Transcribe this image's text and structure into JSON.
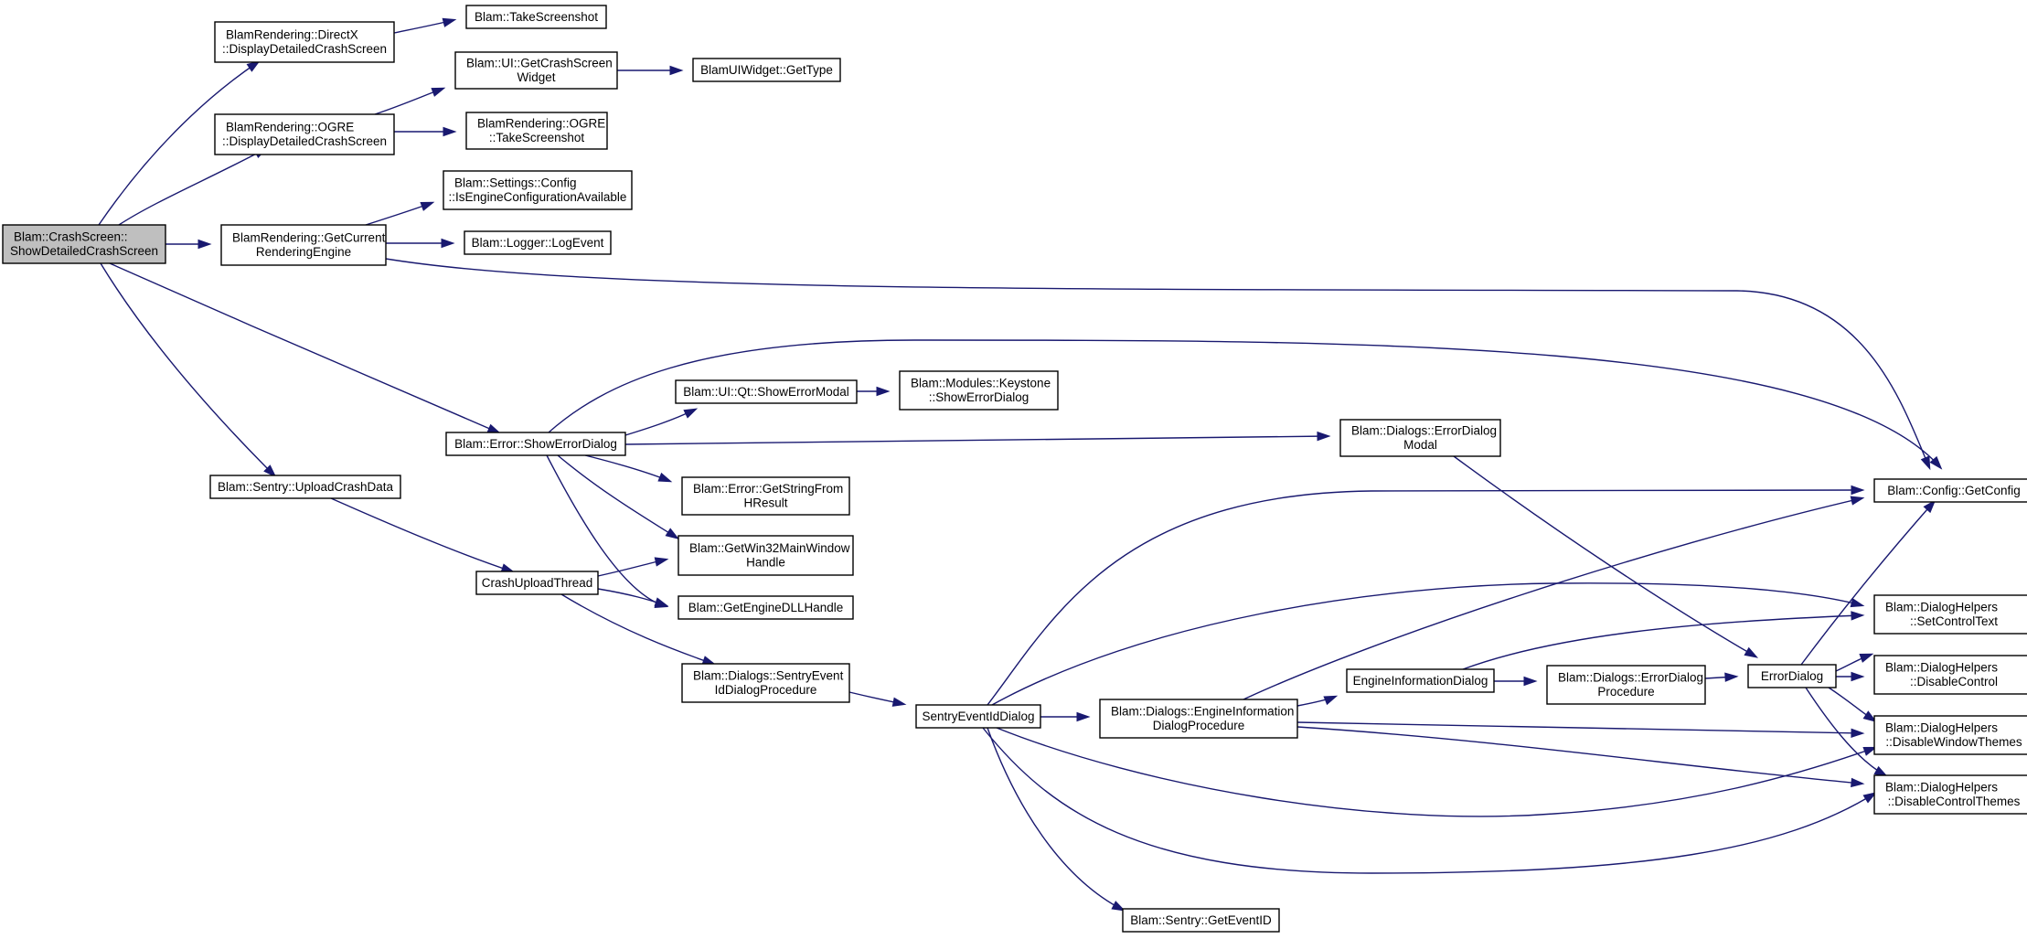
{
  "diagram": {
    "type": "call-graph",
    "edge_color": "#191970",
    "root_fill": "#bfbfbf",
    "nodes": [
      {
        "id": "n0",
        "lines": [
          "Blam::CrashScreen::",
          "ShowDetailedCrashScreen"
        ],
        "root": true
      },
      {
        "id": "n1",
        "lines": [
          "BlamRendering::DirectX",
          "::DisplayDetailedCrashScreen"
        ]
      },
      {
        "id": "n2",
        "lines": [
          "BlamRendering::OGRE",
          "::DisplayDetailedCrashScreen"
        ]
      },
      {
        "id": "n3",
        "lines": [
          "BlamRendering::GetCurrent",
          "RenderingEngine"
        ]
      },
      {
        "id": "n4",
        "lines": [
          "Blam::Error::ShowErrorDialog"
        ]
      },
      {
        "id": "n5",
        "lines": [
          "Blam::Sentry::UploadCrashData"
        ]
      },
      {
        "id": "n6",
        "lines": [
          "Blam::TakeScreenshot"
        ]
      },
      {
        "id": "n7",
        "lines": [
          "Blam::UI::GetCrashScreen",
          "Widget"
        ]
      },
      {
        "id": "n8",
        "lines": [
          "BlamUIWidget::GetType"
        ]
      },
      {
        "id": "n9",
        "lines": [
          "BlamRendering::OGRE",
          "::TakeScreenshot"
        ]
      },
      {
        "id": "n10",
        "lines": [
          "Blam::Settings::Config",
          "::IsEngineConfigurationAvailable"
        ]
      },
      {
        "id": "n11",
        "lines": [
          "Blam::Logger::LogEvent"
        ]
      },
      {
        "id": "n12",
        "lines": [
          "Blam::Config::GetConfig"
        ]
      },
      {
        "id": "n13",
        "lines": [
          "Blam::UI::Qt::ShowErrorModal"
        ]
      },
      {
        "id": "n14",
        "lines": [
          "Blam::Modules::Keystone",
          "::ShowErrorDialog"
        ]
      },
      {
        "id": "n15",
        "lines": [
          "Blam::Dialogs::ErrorDialog",
          "Modal"
        ]
      },
      {
        "id": "n16",
        "lines": [
          "Blam::Error::GetStringFrom",
          "HResult"
        ]
      },
      {
        "id": "n17",
        "lines": [
          "Blam::GetWin32MainWindow",
          "Handle"
        ]
      },
      {
        "id": "n18",
        "lines": [
          "Blam::GetEngineDLLHandle"
        ]
      },
      {
        "id": "n19",
        "lines": [
          "CrashUploadThread"
        ]
      },
      {
        "id": "n20",
        "lines": [
          "Blam::Dialogs::SentryEvent",
          "IdDialogProcedure"
        ]
      },
      {
        "id": "n21",
        "lines": [
          "SentryEventIdDialog"
        ]
      },
      {
        "id": "n22",
        "lines": [
          "Blam::Sentry::GetEventID"
        ]
      },
      {
        "id": "n23",
        "lines": [
          "Blam::Dialogs::EngineInformation",
          "DialogProcedure"
        ]
      },
      {
        "id": "n24",
        "lines": [
          "EngineInformationDialog"
        ]
      },
      {
        "id": "n25",
        "lines": [
          "Blam::Dialogs::ErrorDialog",
          "Procedure"
        ]
      },
      {
        "id": "n26",
        "lines": [
          "ErrorDialog"
        ]
      },
      {
        "id": "n27",
        "lines": [
          "Blam::DialogHelpers",
          "::SetControlText"
        ]
      },
      {
        "id": "n28",
        "lines": [
          "Blam::DialogHelpers",
          "::DisableControl"
        ]
      },
      {
        "id": "n29",
        "lines": [
          "Blam::DialogHelpers",
          "::DisableWindowThemes"
        ]
      },
      {
        "id": "n30",
        "lines": [
          "Blam::DialogHelpers",
          "::DisableControlThemes"
        ]
      }
    ],
    "edges": [
      [
        "n0",
        "n1"
      ],
      [
        "n0",
        "n2"
      ],
      [
        "n0",
        "n3"
      ],
      [
        "n0",
        "n4"
      ],
      [
        "n0",
        "n5"
      ],
      [
        "n1",
        "n6"
      ],
      [
        "n2",
        "n7"
      ],
      [
        "n2",
        "n9"
      ],
      [
        "n7",
        "n8"
      ],
      [
        "n3",
        "n10"
      ],
      [
        "n3",
        "n11"
      ],
      [
        "n3",
        "n12"
      ],
      [
        "n4",
        "n12"
      ],
      [
        "n4",
        "n13"
      ],
      [
        "n4",
        "n15"
      ],
      [
        "n4",
        "n16"
      ],
      [
        "n4",
        "n17"
      ],
      [
        "n4",
        "n18"
      ],
      [
        "n13",
        "n14"
      ],
      [
        "n15",
        "n26"
      ],
      [
        "n5",
        "n19"
      ],
      [
        "n19",
        "n17"
      ],
      [
        "n19",
        "n18"
      ],
      [
        "n19",
        "n20"
      ],
      [
        "n20",
        "n21"
      ],
      [
        "n21",
        "n12"
      ],
      [
        "n21",
        "n27"
      ],
      [
        "n21",
        "n23"
      ],
      [
        "n21",
        "n29"
      ],
      [
        "n21",
        "n30"
      ],
      [
        "n21",
        "n22"
      ],
      [
        "n23",
        "n12"
      ],
      [
        "n23",
        "n24"
      ],
      [
        "n23",
        "n29"
      ],
      [
        "n23",
        "n30"
      ],
      [
        "n24",
        "n27"
      ],
      [
        "n24",
        "n25"
      ],
      [
        "n25",
        "n26"
      ],
      [
        "n26",
        "n12"
      ],
      [
        "n26",
        "n27"
      ],
      [
        "n26",
        "n28"
      ],
      [
        "n26",
        "n29"
      ],
      [
        "n26",
        "n30"
      ]
    ]
  }
}
